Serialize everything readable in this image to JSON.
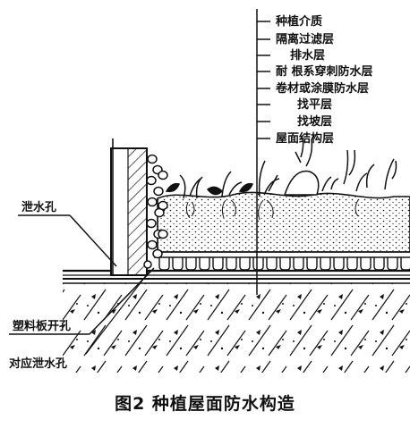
{
  "figure": {
    "caption": "图2   种植屋面防水构造"
  },
  "layers": [
    {
      "id": "planting-medium",
      "label": "种植介质"
    },
    {
      "id": "isolation-filter",
      "label": "隔离过滤层"
    },
    {
      "id": "drainage",
      "label": "排水层"
    },
    {
      "id": "root-resistant",
      "label": "耐 根系穿刺防水层"
    },
    {
      "id": "membrane-coating",
      "label": "卷材或涂膜防水层"
    },
    {
      "id": "leveling",
      "label": "找平层"
    },
    {
      "id": "slope",
      "label": "找坡层"
    },
    {
      "id": "structure",
      "label": "屋面结构层"
    }
  ],
  "callouts": {
    "weep_hole": "泄水孔",
    "plastic_board_hole": "塑料板开孔",
    "matching_weep_hole": "对应泄水孔"
  },
  "colors": {
    "ink": "#111111",
    "background": "#ffffff"
  }
}
